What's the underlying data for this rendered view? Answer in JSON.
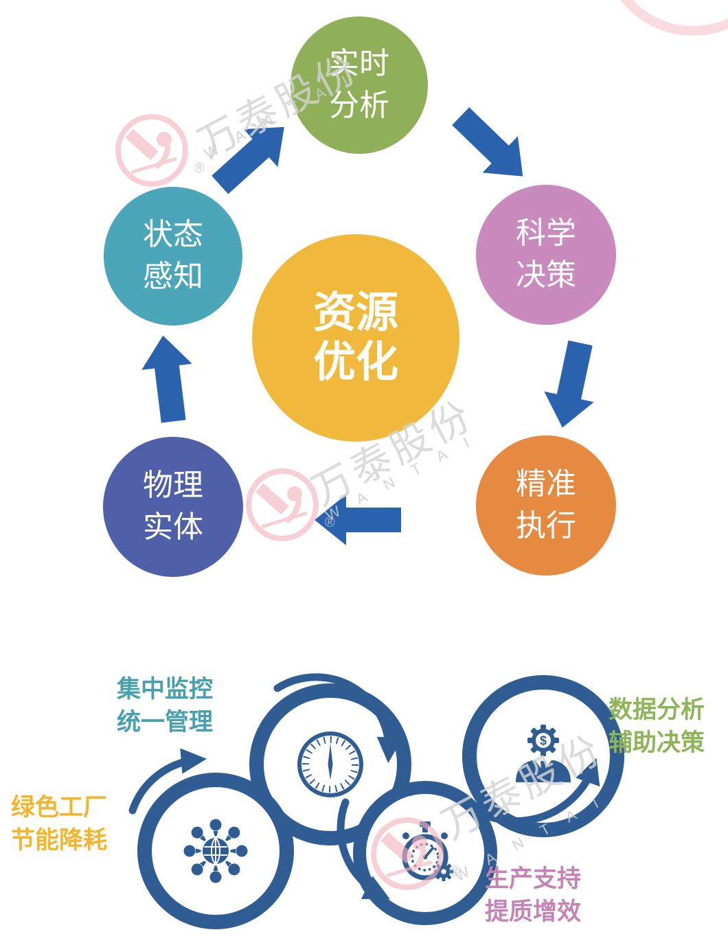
{
  "watermark": {
    "company_cn": "万泰股份",
    "company_en": "WANTAI",
    "registered_mark": "®",
    "logo_color": "#f3b3bd",
    "text_color": "#d4d4d4"
  },
  "cycle": {
    "arrow_color": "#2a62ae",
    "center": {
      "label": "资源优化",
      "color": "#f1b93b"
    },
    "nodes": [
      {
        "id": "realtime-analysis",
        "label": "实时分析",
        "color": "#8fb058"
      },
      {
        "id": "scientific-decision",
        "label": "科学决策",
        "color": "#c98abd"
      },
      {
        "id": "precise-execution",
        "label": "精准执行",
        "color": "#e78a41"
      },
      {
        "id": "physical-entity",
        "label": "物理实体",
        "color": "#5060a8"
      },
      {
        "id": "state-perception",
        "label": "状态感知",
        "color": "#4aa6b8"
      }
    ]
  },
  "features": {
    "icon_color": "#2e5c93",
    "dollar_glyph": "$",
    "items": [
      {
        "id": "central-monitoring",
        "icon": "gauge-icon",
        "label_line1": "集中监控",
        "label_line2": "统一管理",
        "label_color": "#47a0ae"
      },
      {
        "id": "data-analysis",
        "icon": "analyst-dollar-gear-icon",
        "label_line1": "数据分析",
        "label_line2": "辅助决策",
        "label_color": "#8db456"
      },
      {
        "id": "green-factory",
        "icon": "globe-network-icon",
        "label_line1": "绿色工厂",
        "label_line2": "节能降耗",
        "label_color": "#f2b52d"
      },
      {
        "id": "production-support",
        "icon": "stopwatch-gear-icon",
        "label_line1": "生产支持",
        "label_line2": "提质增效",
        "label_color": "#c583b5"
      }
    ]
  }
}
